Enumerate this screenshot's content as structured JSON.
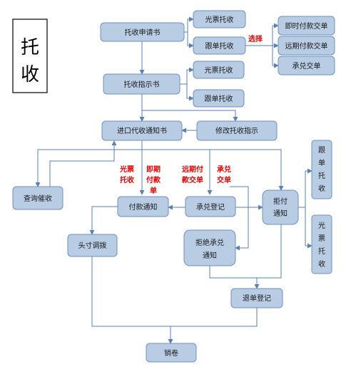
{
  "title_lines": [
    "托",
    "收"
  ],
  "boxes": {
    "application": "托收申请书",
    "app_clean": "光票托收",
    "app_documentary": "跟单托收",
    "dp_sight": "即时付款交单",
    "dp_usance": "远期付款交单",
    "da": "承兑交单",
    "instruction": "托收指示书",
    "instr_clean": "光票托收",
    "instr_documentary": "跟单托收",
    "import_notice": "进口代收通知书",
    "modify_instruction": "修改托收指示",
    "inquiry": "查询催收",
    "refuse_pay": [
      "拒付",
      "通知"
    ],
    "right_documentary": [
      "跟",
      "单",
      "托",
      "收"
    ],
    "right_clean": [
      "光",
      "票",
      "托",
      "收"
    ],
    "payment_notice": "付款通知",
    "acceptance_reg": "承兑登记",
    "refuse_accept": [
      "拒绝承兑",
      "通知"
    ],
    "allocate": "头寸调拨",
    "return_reg": "退单登记",
    "close": "销卷"
  },
  "red_labels": {
    "choose": "选择",
    "clean_collection": [
      "光票",
      "托收"
    ],
    "sight_payment": [
      "即期",
      "付款",
      "单"
    ],
    "usance_payment": [
      "远期付",
      "款交单"
    ],
    "acceptance": [
      "承兑",
      "交单"
    ]
  },
  "colors": {
    "box_fill": "#b8cce4",
    "box_stroke": "#6e8fbd",
    "edge": "#5a7fb5",
    "red": "#e00000"
  }
}
